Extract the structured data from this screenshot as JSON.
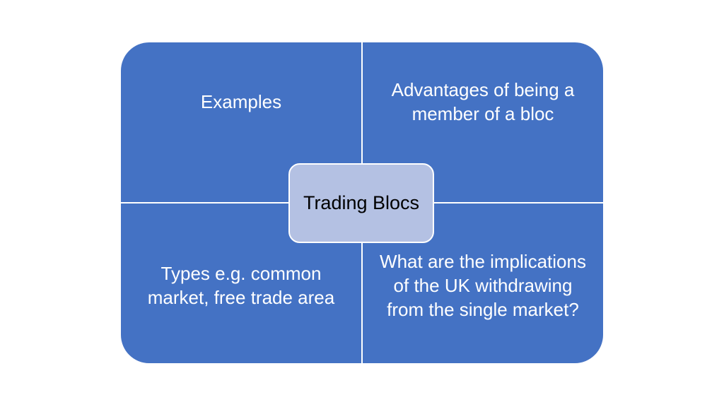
{
  "diagram": {
    "center": "Trading Blocs",
    "quadrants": {
      "top_left": "Examples",
      "top_right": "Advantages of being a member of a bloc",
      "bottom_left": "Types e.g. common market, free trade area",
      "bottom_right": "What are the implications of the UK withdrawing from the single market?"
    }
  },
  "colors": {
    "quadrant_fill": "#4472c4",
    "center_fill": "#b4c1e3",
    "divider": "#ffffff"
  }
}
